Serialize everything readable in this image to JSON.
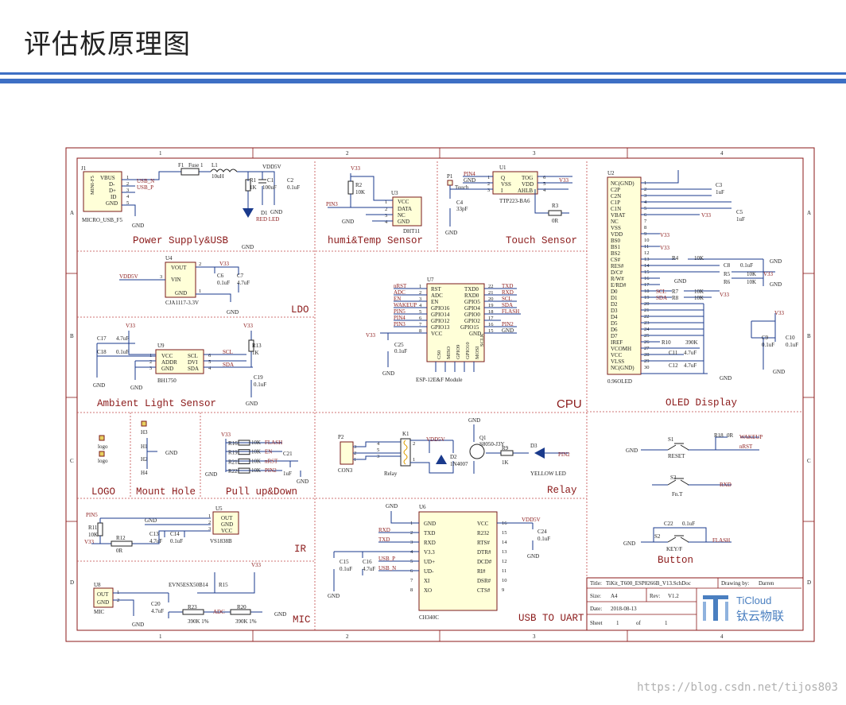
{
  "page_title": "评估板原理图",
  "watermark": "https://blog.csdn.net/tijos803",
  "grid": {
    "cols": [
      "1",
      "2",
      "3",
      "4"
    ],
    "rows": [
      "A",
      "B",
      "C",
      "D"
    ]
  },
  "sections": {
    "power": "Power Supply&USB",
    "humi": "humi&Temp Sensor",
    "touch": "Touch Sensor",
    "ldo": "LDO",
    "ambient": "Ambient Light Sensor",
    "cpu": "CPU",
    "oled": "OLED Display",
    "logo": "LOGO",
    "mount": "Mount Hole",
    "pull": "Pull up&Down",
    "relay": "Relay",
    "button": "Button",
    "ir": "IR",
    "mic": "MIC",
    "uart": "USB TO UART"
  },
  "power": {
    "j1": "J1",
    "mini": "MINI-F5",
    "part": "MICRO_USB_F5",
    "pins": [
      "VBUS",
      "D-",
      "D+",
      "ID",
      "GND"
    ],
    "pin_nums": [
      "1",
      "2",
      "3",
      "4",
      "5"
    ],
    "usb_n": "USB_N",
    "usb_p": "USB_P",
    "f1": "F1",
    "fuse": "Fuse 1",
    "l1": "L1",
    "l1_val": "10uH",
    "vdd": "VDD5V",
    "r1": "R1",
    "r1_val": "1K",
    "c1": "C1",
    "c1_val": "100uF",
    "c2": "C2",
    "c2_val": "0.1uF",
    "d1": "D1",
    "d1_val": "RED LED",
    "gnd": "GND"
  },
  "humi": {
    "v33": "V33",
    "r2": "R2",
    "r2_val": "10K",
    "u3": "U3",
    "pin3": "PIN3",
    "pins": [
      "VCC",
      "DATA",
      "NC",
      "GND"
    ],
    "pin_nums": [
      "1",
      "2",
      "3",
      "4"
    ],
    "part": "DHT11",
    "gnd": "GND"
  },
  "touch": {
    "p1": "P1",
    "touch": "Touch",
    "u1": "U1",
    "pin4": "PIN4",
    "gnd": "GND",
    "v33": "V33",
    "left_pins": [
      "Q",
      "VSS",
      "I"
    ],
    "right_pins": [
      "TOG",
      "VDD",
      "AHLB"
    ],
    "nums": [
      "1",
      "2",
      "3",
      "6",
      "5",
      "4"
    ],
    "part": "TTP223-BA6",
    "c4": "C4",
    "c4_val": "33pF",
    "r3": "R3",
    "r3_val": "0R"
  },
  "ldo": {
    "u4": "U4",
    "vout": "VOUT",
    "vin": "VIN",
    "gnd_pin": "GND",
    "vdd": "VDD5V",
    "v33": "V33",
    "nums": [
      "2",
      "3",
      "1"
    ],
    "c6": "C6",
    "c6_val": "0.1uF",
    "c7": "C7",
    "c7_val": "4.7uF",
    "part": "CJA1117-3.3V",
    "gnd": "GND"
  },
  "ambient": {
    "v33": "V33",
    "c17": "C17",
    "c17_val": "4.7uF",
    "c18": "C18",
    "c18_val": "0.1uF",
    "u9": "U9",
    "left": [
      "VCC",
      "ADDR",
      "GND"
    ],
    "right": [
      "SCL",
      "DVI",
      "SDA"
    ],
    "nums": [
      "1",
      "2",
      "3",
      "6",
      "5",
      "4"
    ],
    "scl": "SCL",
    "sda": "SDA",
    "r13": "R13",
    "r13_val": "1K",
    "c19": "C19",
    "c19_val": "0.1uF",
    "part": "BH1750",
    "gnd": "GND"
  },
  "cpu": {
    "u7": "U7",
    "left_nets": [
      "nRST",
      "ADC",
      "EN",
      "WAKEUP",
      "PIN5",
      "PIN4",
      "PIN3"
    ],
    "left_pins": [
      "RST",
      "ADC",
      "EN",
      "GPIO16",
      "GPIO14",
      "GPIO12",
      "GPIO13",
      "VCC"
    ],
    "left_nums": [
      "1",
      "2",
      "3",
      "4",
      "5",
      "6",
      "7",
      "8"
    ],
    "right_pins": [
      "TXD0",
      "RXD0",
      "GPIO5",
      "GPIO4",
      "GPIO0",
      "GPIO2",
      "GPIO15",
      "GND"
    ],
    "right_nums": [
      "22",
      "21",
      "20",
      "19",
      "18",
      "17",
      "16",
      "15"
    ],
    "right_nets": [
      "TXD",
      "RXD",
      "SCL",
      "SDA",
      "FLASH",
      "",
      "PIN2",
      "GND"
    ],
    "bottom": [
      "CS0",
      "MISO",
      "GPIO9",
      "GPIO10",
      "MOSI",
      "SCLK"
    ],
    "v33": "V33",
    "c25": "C25",
    "c25_val": "0.1uF",
    "part": "ESP-12E&F Module",
    "gnd": "GND"
  },
  "oled": {
    "u2": "U2",
    "pins": [
      "NC(GND)",
      "C2P",
      "C2N",
      "C1P",
      "C1N",
      "VBAT",
      "NC",
      "VSS",
      "VDD",
      "BS0",
      "BS1",
      "BS2",
      "CS#",
      "RES#",
      "D/C#",
      "R/W#",
      "E/RD#",
      "D0",
      "D1",
      "D2",
      "D3",
      "D4",
      "D5",
      "D6",
      "D7",
      "IREF",
      "VCOMH",
      "VCC",
      "VLSS",
      "NC(GND)"
    ],
    "nums": [
      "1",
      "2",
      "3",
      "4",
      "5",
      "6",
      "7",
      "8",
      "9",
      "10",
      "11",
      "12",
      "13",
      "14",
      "15",
      "16",
      "17",
      "18",
      "19",
      "20",
      "21",
      "22",
      "23",
      "24",
      "25",
      "26",
      "27",
      "28",
      "29",
      "30"
    ],
    "part": "0.96OLED",
    "c3": "C3",
    "c3_val": "1uF",
    "c5": "C5",
    "c5_val": "1uF",
    "v33": "V33",
    "r4": "R4",
    "r5": "R5",
    "r6": "R6",
    "r7": "R7",
    "r8": "R8",
    "r10": "R10",
    "k10": "10K",
    "k390": "390K",
    "c8": "C8",
    "c8_val": "0.1uF",
    "c9": "C9",
    "c9_val": "0.1uF",
    "c10": "C10",
    "c10_val": "0.1uF",
    "c11": "C11",
    "c11_val": "4.7uF",
    "c12": "C12",
    "c12_val": "4.7uF",
    "scl": "SCL",
    "sda": "SDA",
    "gnd": "GND"
  },
  "logo": {
    "l1": "logo",
    "l2": "logo"
  },
  "mount": {
    "h": [
      "H3",
      "H1",
      "H2",
      "H4"
    ],
    "gnd": "GND"
  },
  "pull": {
    "v33": "V33",
    "rows": [
      [
        "R16",
        "10K",
        "FLASH"
      ],
      [
        "R19",
        "10K",
        "EN"
      ],
      [
        "R21",
        "10K",
        "nRST"
      ],
      [
        "R22",
        "10K",
        "PIN2"
      ]
    ],
    "c21": "C21",
    "c21_val": "1uF",
    "gnd": "GND"
  },
  "relay": {
    "p2": "P2",
    "con": "CON3",
    "k1": "K1",
    "relay": "Relay",
    "vdd": "VDD5V",
    "d2": "D2",
    "d2_val": "1N4007",
    "q1": "Q1",
    "q1_val": "S8050-J3Y",
    "r9": "R9",
    "r9_val": "1K",
    "d3": "D3",
    "d3_val": "YELLOW LED",
    "pin2": "PIN2",
    "gnd": "GND",
    "nums": [
      "3",
      "2",
      "1",
      "4",
      "5",
      "3",
      "2",
      "1"
    ]
  },
  "button": {
    "s1": "S1",
    "reset": "RESET",
    "r18": "R18",
    "r18_val": "0R",
    "wakeup": "WAKEUP",
    "nrst": "nRST",
    "s3": "S3",
    "fnt": "Fn.T",
    "rxd": "RXD",
    "c22": "C22",
    "c22_val": "0.1uF",
    "s2": "S2",
    "key": "KEY/F",
    "flash": "FLASH",
    "gnd": "GND"
  },
  "ir": {
    "pin5": "PIN5",
    "r11": "R11",
    "r11_val": "10K",
    "r12": "R12",
    "r12_val": "0R",
    "v33": "V33",
    "gnd_lbl": "GND",
    "c13": "C13",
    "c13_val": "4.7uF",
    "c14": "C14",
    "c14_val": "0.1uF",
    "u5": "U5",
    "pins": [
      "OUT",
      "GND",
      "VCC"
    ],
    "nums": [
      "1",
      "2",
      "3"
    ],
    "part": "VS1838B"
  },
  "mic": {
    "u8": "U8",
    "pins": [
      "OUT",
      "GND"
    ],
    "nums": [
      "1",
      "2"
    ],
    "part": "MIC",
    "mic_part": "EVN5ESX50B14",
    "r15": "R15",
    "v33": "V33",
    "c20": "C20",
    "c20_val": "4.7uF",
    "r23": "R23",
    "r23_val": "390K 1%",
    "adc": "ADC",
    "r20": "R20",
    "r20_val": "390K 1%",
    "gnd": "GND"
  },
  "uart": {
    "u6": "U6",
    "left_pins": [
      "GND",
      "TXD",
      "RXD",
      "V3.3",
      "UD+",
      "UD-",
      "XI",
      "XO"
    ],
    "left_nums": [
      "1",
      "2",
      "3",
      "4",
      "5",
      "6",
      "7",
      "8"
    ],
    "right_pins": [
      "VCC",
      "R232",
      "RTS#",
      "DTR#",
      "DCD#",
      "RI#",
      "DSR#",
      "CTS#"
    ],
    "right_nums": [
      "16",
      "15",
      "14",
      "13",
      "12",
      "11",
      "10",
      "9"
    ],
    "rxd": "RXD",
    "txd": "TXD",
    "usb_p": "USB_P",
    "usb_n": "USB_N",
    "c15": "C15",
    "c15_val": "0.1uF",
    "c16": "C16",
    "c16_val": "4.7uF",
    "vdd": "VDD5V",
    "c24": "C24",
    "c24_val": "0.1uF",
    "part": "CH340C",
    "gnd": "GND"
  },
  "title_block": {
    "title_lbl": "Title:",
    "title": "TiKit_T600_ESP8266B_V13.SchDoc",
    "drawn_lbl": "Drawing by:",
    "drawn": "Darren",
    "size_lbl": "Size:",
    "size": "A4",
    "rev_lbl": "Rev:",
    "rev": "V1.2",
    "date_lbl": "Date:",
    "date": "2018-08-13",
    "sheet_lbl": "Sheet",
    "sheet": "1",
    "of_lbl": "of",
    "of": "1",
    "brand": "TiCloud",
    "brand_cn": "钛云物联"
  }
}
